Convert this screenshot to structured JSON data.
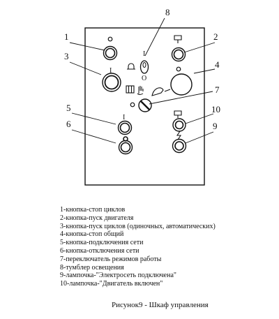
{
  "callouts": [
    "1",
    "2",
    "3",
    "4",
    "5",
    "6",
    "7",
    "8",
    "9",
    "10"
  ],
  "marks": {
    "i": "I",
    "o": "O"
  },
  "legend": [
    "1-кнопка-стоп циклов",
    "2-кнопка-пуск двигателя",
    "3-кнопка-пуск циклов (одиночных, автоматических)",
    "4-кнопка-стоп общий",
    "5-кнопка-подключения сети",
    "6-кнопка-отключения сети",
    "7-переключатель режимов работы",
    "8-тумблер освещения",
    "9-лампочка-\"Электросеть подключена\"",
    "10-лампочка-\"Двигатель включен\""
  ],
  "caption": "Рисунок9 - Шкаф управления",
  "colors": {
    "ink": "#111111",
    "background": "#ffffff"
  }
}
